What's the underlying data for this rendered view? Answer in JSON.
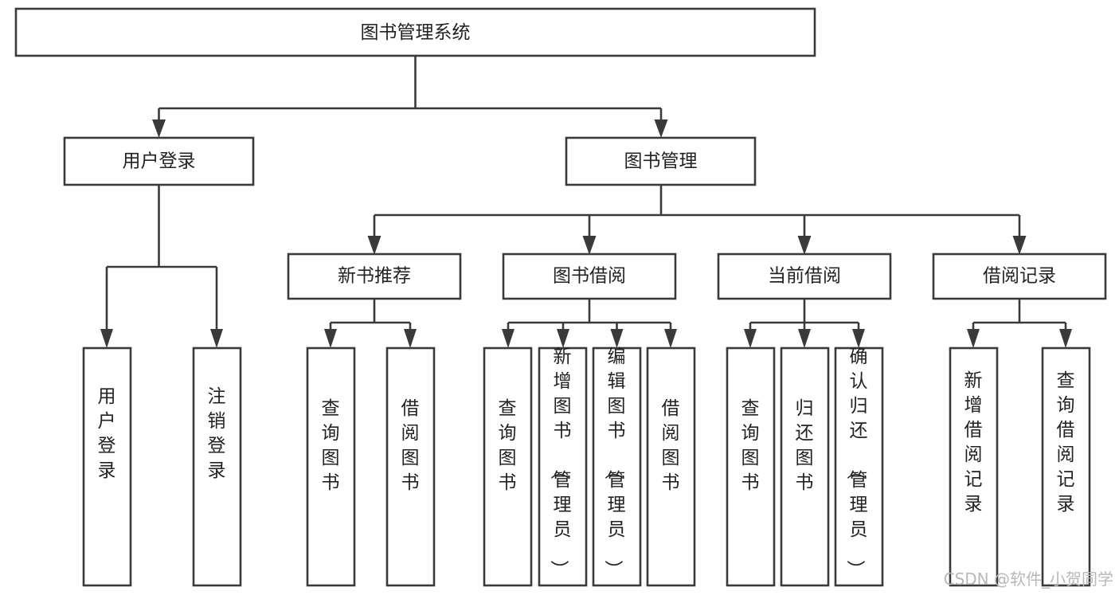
{
  "diagram": {
    "title": "图书管理系统",
    "type": "tree-hierarchy-diagram",
    "root": {
      "id": "root",
      "label": "图书管理系统",
      "level": 0
    },
    "level1": [
      {
        "id": "user-login",
        "label": "用户登录"
      },
      {
        "id": "book-management",
        "label": "图书管理"
      }
    ],
    "level2": [
      {
        "id": "new-book-recommend",
        "label": "新书推荐",
        "parent": "book-management"
      },
      {
        "id": "book-borrow",
        "label": "图书借阅",
        "parent": "book-management"
      },
      {
        "id": "current-borrow",
        "label": "当前借阅",
        "parent": "book-management"
      },
      {
        "id": "borrow-record",
        "label": "借阅记录",
        "parent": "book-management"
      }
    ],
    "leaves": {
      "user-login": [
        {
          "id": "leaf-user-login",
          "label": "用户登录"
        },
        {
          "id": "leaf-user-logout",
          "label": "注销登录"
        }
      ],
      "new-book-recommend": [
        {
          "id": "leaf-query-book-1",
          "label": "查询图书"
        },
        {
          "id": "leaf-borrow-book-1",
          "label": "借阅图书"
        }
      ],
      "book-borrow": [
        {
          "id": "leaf-query-book-2",
          "label": "查询图书"
        },
        {
          "id": "leaf-add-book",
          "label": "新增图书（管理员）"
        },
        {
          "id": "leaf-edit-book",
          "label": "编辑图书（管理员）"
        },
        {
          "id": "leaf-borrow-book-2",
          "label": "借阅图书"
        }
      ],
      "current-borrow": [
        {
          "id": "leaf-query-book-3",
          "label": "查询图书"
        },
        {
          "id": "leaf-return-book",
          "label": "归还图书"
        },
        {
          "id": "leaf-confirm-return",
          "label": "确认归还（管理员）"
        }
      ],
      "borrow-record": [
        {
          "id": "leaf-add-record",
          "label": "新增借阅记录"
        },
        {
          "id": "leaf-query-record",
          "label": "查询借阅记录"
        }
      ]
    }
  },
  "watermark": {
    "text": "CSDN @软件_小贺同学"
  },
  "colors": {
    "stroke": "#3a3a3a",
    "fill": "#ffffff",
    "text": "#222222",
    "watermark": "#b8b8b8",
    "background": "#ffffff"
  }
}
